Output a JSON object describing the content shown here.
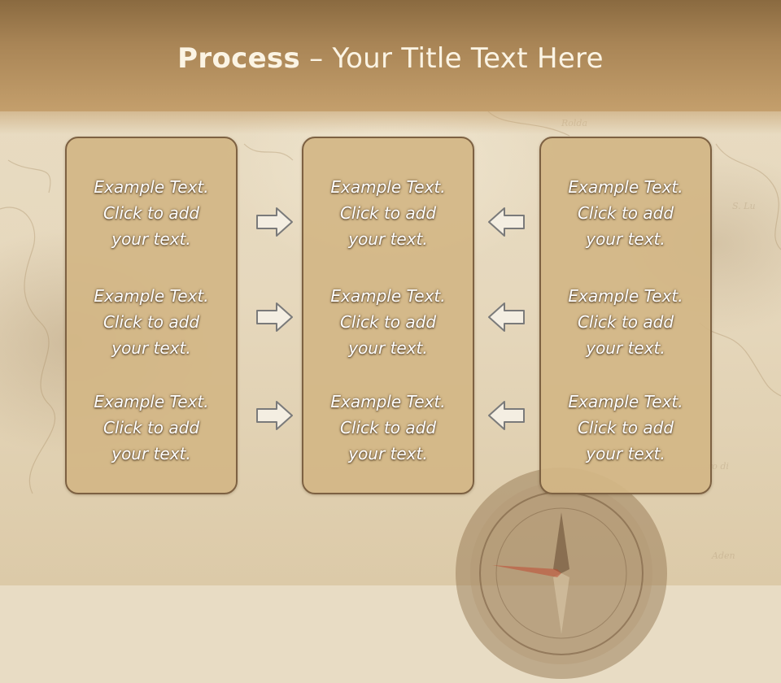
{
  "title": {
    "bold": "Process",
    "rest": " – Your Title Text Here"
  },
  "columns": [
    {
      "items": [
        {
          "line1": "Example Text.",
          "line2": "Click  to add",
          "line3": "your text."
        },
        {
          "line1": "Example Text.",
          "line2": "Click  to add",
          "line3": "your text."
        },
        {
          "line1": "Example Text.",
          "line2": "Click  to add",
          "line3": "your text."
        }
      ]
    },
    {
      "items": [
        {
          "line1": "Example Text.",
          "line2": "Click  to add",
          "line3": "your text."
        },
        {
          "line1": "Example Text.",
          "line2": "Click  to add",
          "line3": "your text."
        },
        {
          "line1": "Example Text.",
          "line2": "Click  to add",
          "line3": "your text."
        }
      ]
    },
    {
      "items": [
        {
          "line1": "Example Text.",
          "line2": "Click  to add",
          "line3": "your text."
        },
        {
          "line1": "Example Text.",
          "line2": "Click  to add",
          "line3": "your text."
        },
        {
          "line1": "Example Text.",
          "line2": "Click  to add",
          "line3": "your text."
        }
      ]
    }
  ],
  "arrows": {
    "left_group": "right-arrow-icon",
    "right_group": "left-arrow-icon"
  },
  "colors": {
    "header": "#a98556",
    "box_fill": "#d3b686",
    "box_border": "#7d6142",
    "text": "#ffffff"
  }
}
